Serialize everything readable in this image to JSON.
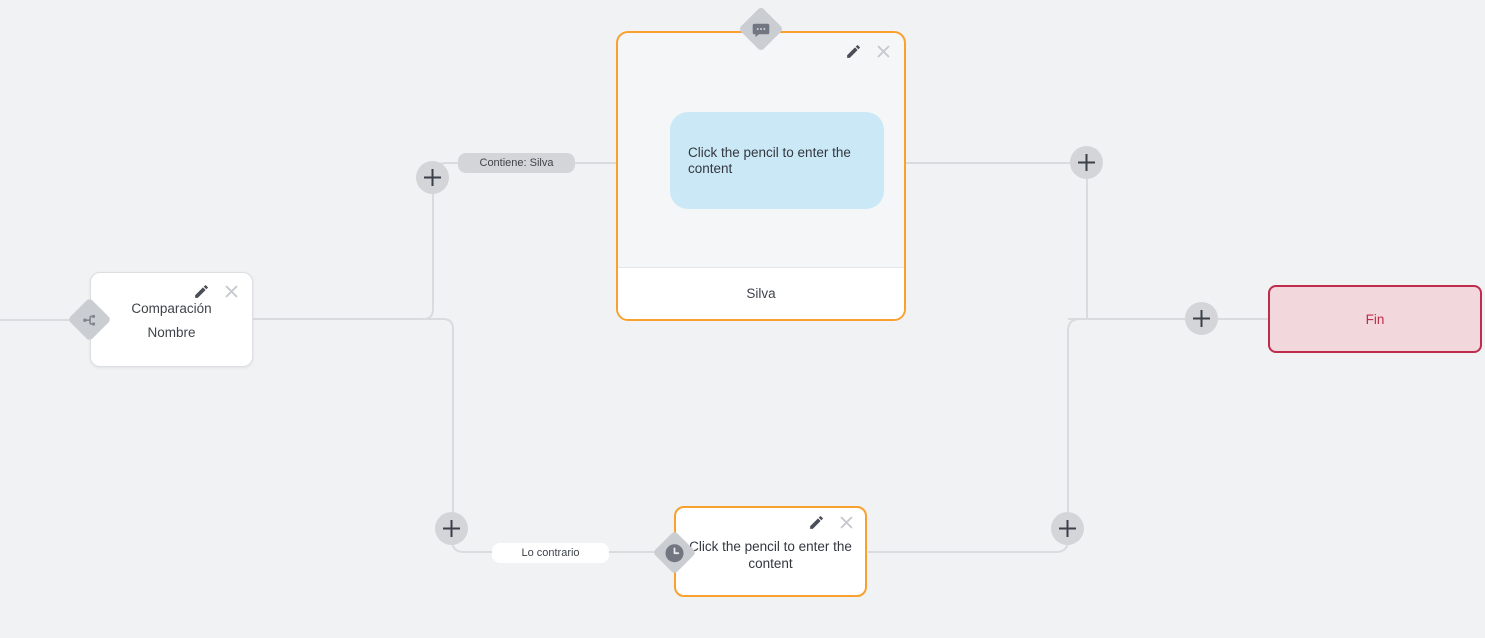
{
  "app": {
    "name": "chatbot flow builder canvas"
  },
  "colors": {
    "background": "#f0f2f4",
    "connector_line": "#d9dbde",
    "accent_orange": "#f8a12f",
    "end_border_red": "#bf2c4c",
    "end_bg_pink": "#f2d7dc",
    "bubble_blue": "#cbe8f6",
    "pill_gray": "#d3d5d9",
    "diamond_gray": "#cacdd2",
    "text_dark": "#3f444b"
  },
  "nodes": {
    "condition": {
      "type": "condition",
      "icon": "branch-icon",
      "title_line1": "Comparación",
      "title_line2": "Nombre"
    },
    "message": {
      "type": "message",
      "icon": "message-bubble-icon",
      "bubble_text": "Click the pencil to enter the content",
      "footer_label": "Silva"
    },
    "clock": {
      "type": "clock",
      "icon": "clock-icon",
      "placeholder_text": "Click the pencil to enter the content"
    },
    "end": {
      "type": "end",
      "label": "Fin"
    }
  },
  "edge_labels": {
    "contains": "Contiene: Silva",
    "otherwise": "Lo contrario"
  }
}
